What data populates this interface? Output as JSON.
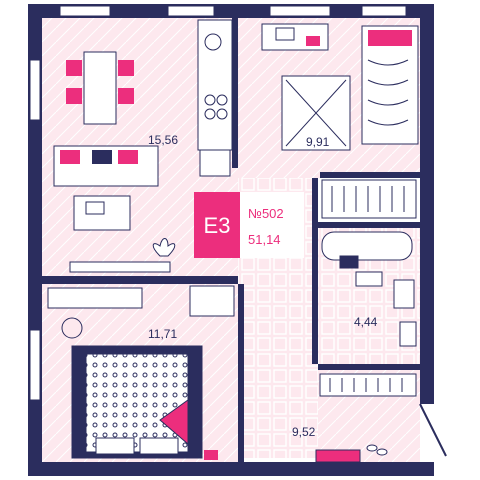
{
  "apartment": {
    "type_code": "E3",
    "number": "№502",
    "total_area": "51,14"
  },
  "rooms": [
    {
      "id": "living-kitchen",
      "area": "15,56"
    },
    {
      "id": "bedroom-top",
      "area": "9,91"
    },
    {
      "id": "bedroom-bottom",
      "area": "11,71"
    },
    {
      "id": "bathroom",
      "area": "4,44"
    },
    {
      "id": "hallway",
      "area": "9,52"
    }
  ],
  "colors": {
    "wall": "#2b2d5e",
    "floor": "#fde8ee",
    "accent": "#ec2e7d",
    "navy": "#2b2d5e",
    "tile_line": "#f7c8d6"
  },
  "icons": [
    "plant-icon",
    "laptop-icon",
    "shoes-icon",
    "lamp-icon"
  ]
}
